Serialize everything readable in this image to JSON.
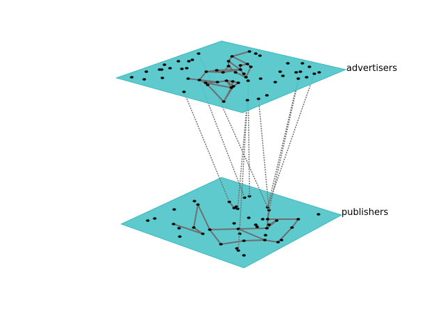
{
  "colors": {
    "plane_fill": "#4cc4c9",
    "plane_edge": "#3cb8bd",
    "node": "#000000",
    "intra_edge": "#6e6e6e",
    "inter_edge": "#6e6e6e"
  },
  "layers": [
    {
      "id": "advertisers",
      "label": "advertisers"
    },
    {
      "id": "publishers",
      "label": "publishers"
    }
  ]
}
